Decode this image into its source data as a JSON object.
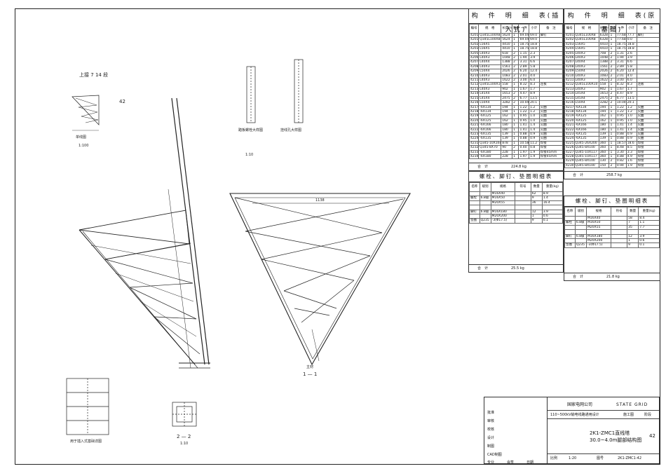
{
  "drawing": {
    "top_view_ref": "上接",
    "top_view_ref_num1": "7",
    "top_view_ref_num2": "14",
    "top_view_ref_suffix": "段",
    "sheet_num_callout": "42",
    "detail_single": "单线图",
    "scale_single": "1:100",
    "scale_1_10_a": "1:10",
    "detail_bolt_plate_a": "踏板螺栓大样图",
    "detail_bolt_plate_b": "挂线孔大样图",
    "section_1": "1 — 1",
    "section_2": "2 — 2",
    "scale_section_2": "1:10",
    "detail_bottom_left": "用于插入式基础详图",
    "dim_top": "1138",
    "leg_label": "主材"
  },
  "member_table_left": {
    "title": "构　件　明　细　表(插入式)",
    "headers": [
      "编号",
      "规　格",
      "长度(mm)",
      "数量",
      "一件",
      "小计",
      "备　注"
    ],
    "weight_header": "重量(kg)",
    "rows": [
      [
        "4201A",
        "Q345L100X8",
        "5624",
        "1",
        "69.04",
        "69.0",
        "脚钉"
      ],
      [
        "4201B",
        "Q345L100X8",
        "5624",
        "1",
        "69.04",
        "69.0",
        ""
      ],
      [
        "4202",
        "L56X5",
        "4410",
        "1",
        "18.75",
        "18.8",
        ""
      ],
      [
        "4203",
        "L56X5",
        "4410",
        "1",
        "18.75",
        "18.8",
        ""
      ],
      [
        "4205A",
        "L40X3",
        "618",
        "2",
        "1.15",
        "2.3",
        ""
      ],
      [
        "4206",
        "L40X3",
        "1048",
        "2",
        "1.94",
        "3.9",
        ""
      ],
      [
        "4207",
        "L40X4",
        "1388",
        "2",
        "3.31",
        "6.6",
        ""
      ],
      [
        "4208",
        "L40X3",
        "1561",
        "2",
        "2.89",
        "5.8",
        ""
      ],
      [
        "4209",
        "L50X4",
        "2026",
        "2",
        "6.20",
        "12.4",
        ""
      ],
      [
        "4210",
        "L40X3",
        "1083",
        "2",
        "2.01",
        "4.0",
        ""
      ],
      [
        "4211",
        "L40X3",
        "1622",
        "2",
        "3.00",
        "6.0",
        ""
      ],
      [
        "4212",
        "Q345L100X10",
        "558",
        "1",
        "8.32",
        "8.3",
        "连板"
      ],
      [
        "4213",
        "L40X3",
        "902",
        "1",
        "1.67",
        "1.7",
        ""
      ],
      [
        "4214",
        "L45X4",
        "1653",
        "2",
        "4.47",
        "8.9",
        ""
      ],
      [
        "4215",
        "L45X4",
        "2475",
        "2",
        "6.77",
        "13.5",
        ""
      ],
      [
        "4216",
        "L50X4",
        "3282",
        "2",
        "10.04",
        "20.1",
        ""
      ],
      [
        "4217",
        "-6X134",
        "194",
        "1",
        "1.22",
        "1.2",
        "火曲"
      ],
      [
        "4218",
        "-6X134",
        "194",
        "1",
        "1.22",
        "1.2",
        "火曲"
      ],
      [
        "4219",
        "-6X125",
        "162",
        "1",
        "0.95",
        "1.0",
        "火曲"
      ],
      [
        "4220",
        "-6X125",
        "162",
        "1",
        "0.95",
        "1.0",
        "火曲"
      ],
      [
        "4221",
        "-6X166",
        "180",
        "1",
        "1.41",
        "1.4",
        "火曲"
      ],
      [
        "4222",
        "-6X166",
        "180",
        "1",
        "1.41",
        "1.4",
        "火曲"
      ],
      [
        "4223",
        "-6X135",
        "139",
        "1",
        "0.88",
        "0.9",
        "火曲"
      ],
      [
        "4224",
        "-6X135",
        "139",
        "1",
        "0.88",
        "0.9",
        "火曲"
      ],
      [
        "4231",
        "Q345-10X160",
        "878",
        "1",
        "10.58",
        "11.2",
        "焊接"
      ],
      [
        "4232",
        "Q345-8X70",
        "90",
        "2",
        "0.40",
        "0.8",
        "焊接"
      ],
      [
        "4233",
        "-6X180",
        "228",
        "1",
        "1.97",
        "1.9",
        "焊接45mm"
      ],
      [
        "4234",
        "-6X180",
        "228",
        "1",
        "1.97",
        "1.9",
        "焊接45mm"
      ]
    ],
    "total_label": "合　计",
    "total_value": "224.8 kg"
  },
  "member_table_right": {
    "title": "构　件　明　细　表(原基础)",
    "headers": [
      "编号",
      "规　格",
      "长度(mm)",
      "数量",
      "一件",
      "小计",
      "备　注"
    ],
    "weight_header": "重量(kg)",
    "rows": [
      [
        "4201",
        "Q345L100X8",
        "6328",
        "1",
        "77.68",
        "77.7",
        "脚钉"
      ],
      [
        "4202",
        "Q345L100X8",
        "6328",
        "1",
        "77.68",
        "0.0",
        ""
      ],
      [
        "4203",
        "L56X5",
        "4410",
        "1",
        "18.75",
        "18.8",
        ""
      ],
      [
        "4204",
        "L56X5",
        "4410",
        "1",
        "18.75",
        "18.8",
        ""
      ],
      [
        "4205",
        "L40X3",
        "708",
        "2",
        "1.31",
        "2.6",
        ""
      ],
      [
        "4206",
        "L40X3",
        "1048",
        "2",
        "1.94",
        "3.9",
        ""
      ],
      [
        "4207",
        "L40X4",
        "1388",
        "2",
        "3.31",
        "6.6",
        ""
      ],
      [
        "4208",
        "L40X3",
        "1561",
        "2",
        "2.89",
        "5.8",
        ""
      ],
      [
        "4209",
        "L50X4",
        "2026",
        "2",
        "6.20",
        "12.4",
        ""
      ],
      [
        "4210",
        "L40X3",
        "1083",
        "2",
        "2.01",
        "4.0",
        ""
      ],
      [
        "4211",
        "L40X3",
        "1622",
        "2",
        "3.00",
        "6.0",
        ""
      ],
      [
        "4212",
        "Q345L100X10",
        "558",
        "1",
        "8.32",
        "8.3",
        "连板"
      ],
      [
        "4213",
        "L40X3",
        "902",
        "1",
        "1.67",
        "1.7",
        ""
      ],
      [
        "4214",
        "L45X4",
        "1653",
        "2",
        "4.47",
        "8.9",
        ""
      ],
      [
        "4215",
        "L45X4",
        "2475",
        "2",
        "6.77",
        "13.5",
        ""
      ],
      [
        "4216",
        "L50X4",
        "3282",
        "2",
        "10.04",
        "20.1",
        ""
      ],
      [
        "4217",
        "-6X134",
        "194",
        "1",
        "1.22",
        "1.2",
        "火曲"
      ],
      [
        "4218",
        "-6X134",
        "194",
        "1",
        "1.22",
        "1.2",
        "火曲"
      ],
      [
        "4219",
        "-6X125",
        "162",
        "1",
        "0.95",
        "1.0",
        "火曲"
      ],
      [
        "4220",
        "-6X125",
        "162",
        "1",
        "0.95",
        "1.0",
        "火曲"
      ],
      [
        "4221",
        "-6X166",
        "180",
        "1",
        "1.41",
        "1.4",
        "火曲"
      ],
      [
        "4222",
        "-6X166",
        "180",
        "1",
        "1.41",
        "1.4",
        "火曲"
      ],
      [
        "4223",
        "-6X135",
        "139",
        "1",
        "0.88",
        "0.9",
        "火曲"
      ],
      [
        "4224",
        "-6X135",
        "139",
        "1",
        "0.88",
        "0.9",
        "火曲"
      ],
      [
        "4225",
        "Q345-26X200",
        "360",
        "1",
        "18.57",
        "18.6",
        "焊接"
      ],
      [
        "4226",
        "Q345-8X100",
        "360",
        "1",
        "8.48",
        "8.5",
        "焊接"
      ],
      [
        "4227",
        "Q345-10X117",
        "360",
        "1",
        "3.30",
        "3.3",
        "焊接"
      ],
      [
        "4228",
        "Q345-10X117",
        "360",
        "1",
        "4.88",
        "4.9",
        "焊接"
      ],
      [
        "4229",
        "Q345-8X100",
        "130",
        "2",
        "0.82",
        "1.6",
        "焊接"
      ],
      [
        "4230",
        "Q345-8X100",
        "150",
        "2",
        "0.94",
        "1.9",
        "焊接"
      ]
    ],
    "total_label": "合　计",
    "total_value": "258.7 kg"
  },
  "bolt_table_left": {
    "title": "螺栓、脚钉、垫圈明细表",
    "headers": [
      "名称",
      "级别",
      "规格",
      "符号",
      "数量",
      "重量(kg)"
    ],
    "rows": [
      [
        "",
        "",
        "M16X40",
        "",
        "62",
        "8.9"
      ],
      [
        "螺栓",
        "6.8级",
        "M16X50",
        "",
        "9",
        "1.4"
      ],
      [
        "",
        "",
        "M20X55",
        "",
        "36",
        "16.4"
      ],
      [
        "",
        "",
        "",
        "",
        "",
        ""
      ],
      [
        "脚钉",
        "6.8级",
        "M16X180",
        "",
        "12",
        "3.9"
      ],
      [
        "",
        "",
        "M20X200",
        "",
        "1",
        "0.6"
      ],
      [
        "垫圈",
        "Q235",
        "-3(Φ17.5)",
        "",
        "9",
        "0.1"
      ]
    ],
    "total_label": "合　计",
    "total_value": "25.5 kg"
  },
  "bolt_table_right": {
    "title": "螺栓、脚钉、垫圈明细表",
    "headers": [
      "名称",
      "级别",
      "规格",
      "符号",
      "数量",
      "重量(kg)"
    ],
    "rows": [
      [
        "",
        "",
        "M16X40",
        "",
        "58",
        "8.4"
      ],
      [
        "螺栓",
        "6.8级",
        "M16X50",
        "",
        "7",
        "1.1"
      ],
      [
        "",
        "",
        "M20X55",
        "",
        "35",
        "7.7"
      ],
      [
        "",
        "",
        "",
        "",
        "",
        ""
      ],
      [
        "脚钉",
        "6.8级",
        "M16X180",
        "",
        "12",
        "3.9"
      ],
      [
        "",
        "",
        "M20X200",
        "",
        "1",
        "0.6"
      ],
      [
        "垫圈",
        "Q235",
        "-3(Φ17.5)",
        "",
        "9",
        "0.1"
      ]
    ],
    "total_label": "合　计",
    "total_value": "21.8 kg"
  },
  "title_block": {
    "company": "国家电网公司",
    "brand": "STATE GRID",
    "project": "110~500kV输电线路通用设计",
    "stage": "施工图",
    "stage_suffix": "阶段",
    "drawing_title_1": "2K1-ZMC1直线塔",
    "drawing_title_2": "30.0~4.0m腿部结构图",
    "sheet_num": "42",
    "roles": [
      "批准",
      "审核",
      "校核",
      "设计",
      "制图",
      "CAD制图"
    ],
    "scale_label": "比例",
    "scale_value": "1:20",
    "drawing_no_label": "图号",
    "drawing_no": "2K1-ZMC1-42",
    "footer_cells": [
      "专业",
      "会签",
      "日期"
    ]
  }
}
